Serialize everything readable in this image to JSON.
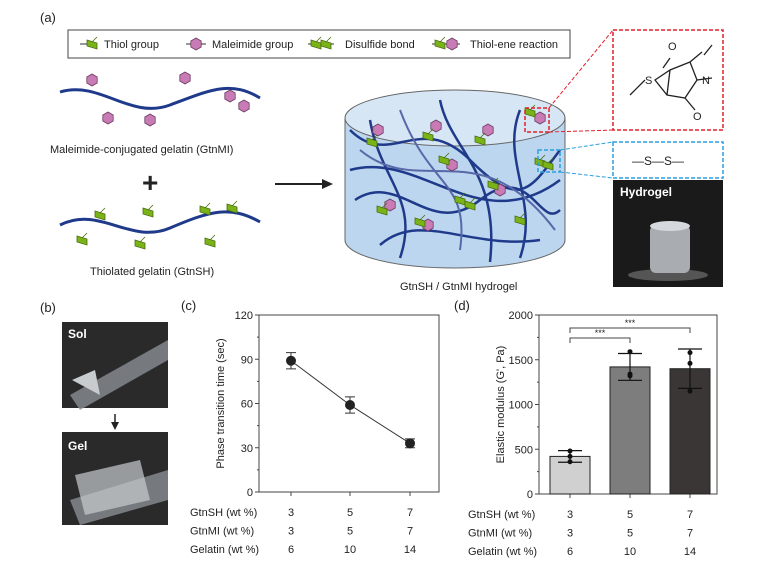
{
  "panel_labels": {
    "a": "(a)",
    "b": "(b)",
    "c": "(c)",
    "d": "(d)"
  },
  "legend": [
    {
      "label": "Thiol group",
      "icon": "thiol-icon"
    },
    {
      "label": "Maleimide group",
      "icon": "maleimide-icon"
    },
    {
      "label": "Disulfide bond",
      "icon": "disulfide-icon"
    },
    {
      "label": "Thiol-ene reaction",
      "icon": "thiol-ene-icon"
    }
  ],
  "schematic": {
    "gtnmi_label": "Maleimide-conjugated gelatin (GtnMI)",
    "plus": "+",
    "gtnsh_label": "Thiolated gelatin (GtnSH)",
    "hydrogel_label": "GtnSH / GtnMI hydrogel",
    "photo_label": "Hydrogel",
    "chem_thioether": {
      "s": "S",
      "o1": "O",
      "o2": "O",
      "n": "N"
    },
    "chem_disulfide": "—S—S—"
  },
  "panel_b": {
    "sol": "Sol",
    "gel": "Gel"
  },
  "colors": {
    "thiol": "#7ab317",
    "maleimide": "#c97bb5",
    "chain": "#1f3a8a",
    "red_box": "#e0202a",
    "blue_box": "#2aa0e0"
  },
  "chart_data": [
    {
      "type": "line",
      "ylabel": "Phase transition time (sec)",
      "ylim": [
        0,
        120
      ],
      "yticks": [
        "0",
        "30",
        "60",
        "90",
        "120"
      ],
      "categories": [
        "3",
        "5",
        "7"
      ],
      "values": [
        89,
        59,
        33
      ],
      "errors": [
        5.5,
        5.5,
        3
      ],
      "rows": [
        {
          "label": "GtnSH (wt %)",
          "values": [
            "3",
            "5",
            "7"
          ]
        },
        {
          "label": "GtnMI (wt %)",
          "values": [
            "3",
            "5",
            "7"
          ]
        },
        {
          "label": "Gelatin (wt %)",
          "values": [
            "6",
            "10",
            "14"
          ]
        }
      ]
    },
    {
      "type": "bar",
      "ylabel": "Elastic modulus (G', Pa)",
      "ylim": [
        0,
        2000
      ],
      "yticks": [
        "0",
        "500",
        "1000",
        "1500",
        "2000"
      ],
      "categories": [
        "3",
        "5",
        "7"
      ],
      "values": [
        420,
        1420,
        1400
      ],
      "errors": [
        65,
        150,
        220
      ],
      "points": [
        [
          480,
          420,
          360
        ],
        [
          1590,
          1340,
          1320
        ],
        [
          1580,
          1460,
          1150
        ]
      ],
      "bar_colors": [
        "#d0d0d0",
        "#7d7d7d",
        "#3a3636"
      ],
      "significance": [
        {
          "from": 0,
          "to": 1,
          "label": "***"
        },
        {
          "from": 0,
          "to": 2,
          "label": "***"
        }
      ],
      "rows": [
        {
          "label": "GtnSH (wt %)",
          "values": [
            "3",
            "5",
            "7"
          ]
        },
        {
          "label": "GtnMI (wt %)",
          "values": [
            "3",
            "5",
            "7"
          ]
        },
        {
          "label": "Gelatin (wt %)",
          "values": [
            "6",
            "10",
            "14"
          ]
        }
      ]
    }
  ]
}
